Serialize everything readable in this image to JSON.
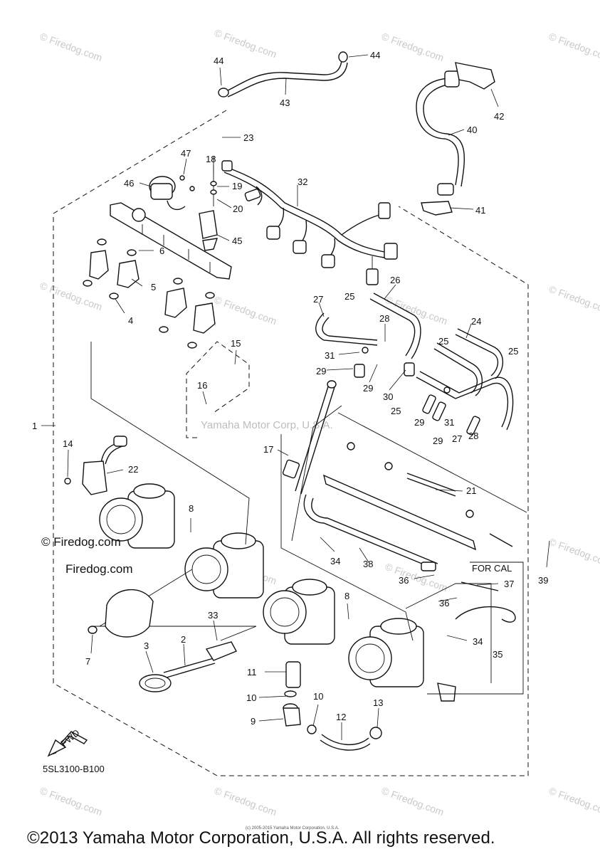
{
  "diagram": {
    "code": "5SL3100-B100",
    "caption_center": "Yamaha Motor Corp, U.S.A.",
    "tiny_copyright": "(c) 2005-2015 Yamaha Motor Corporation, U.S.A.",
    "copyright": "©2013 Yamaha Motor Corporation, U.S.A. All rights reserved.",
    "firedog_line1": "© Firedog.com",
    "firedog_line2": "Firedog.com",
    "watermark": "© Firedog.com",
    "for_cal_label": "FOR CAL",
    "fwd_label": "FWD"
  },
  "callouts": [
    "1",
    "2",
    "3",
    "4",
    "5",
    "6",
    "7",
    "8",
    "8",
    "9",
    "10",
    "10",
    "11",
    "12",
    "13",
    "14",
    "15",
    "16",
    "17",
    "18",
    "19",
    "20",
    "21",
    "22",
    "23",
    "24",
    "25",
    "25",
    "25",
    "25",
    "26",
    "27",
    "27",
    "28",
    "28",
    "29",
    "29",
    "29",
    "29",
    "30",
    "31",
    "31",
    "32",
    "33",
    "34",
    "34",
    "35",
    "36",
    "36",
    "37",
    "38",
    "39",
    "40",
    "41",
    "42",
    "43",
    "44",
    "44",
    "45",
    "46",
    "47"
  ]
}
